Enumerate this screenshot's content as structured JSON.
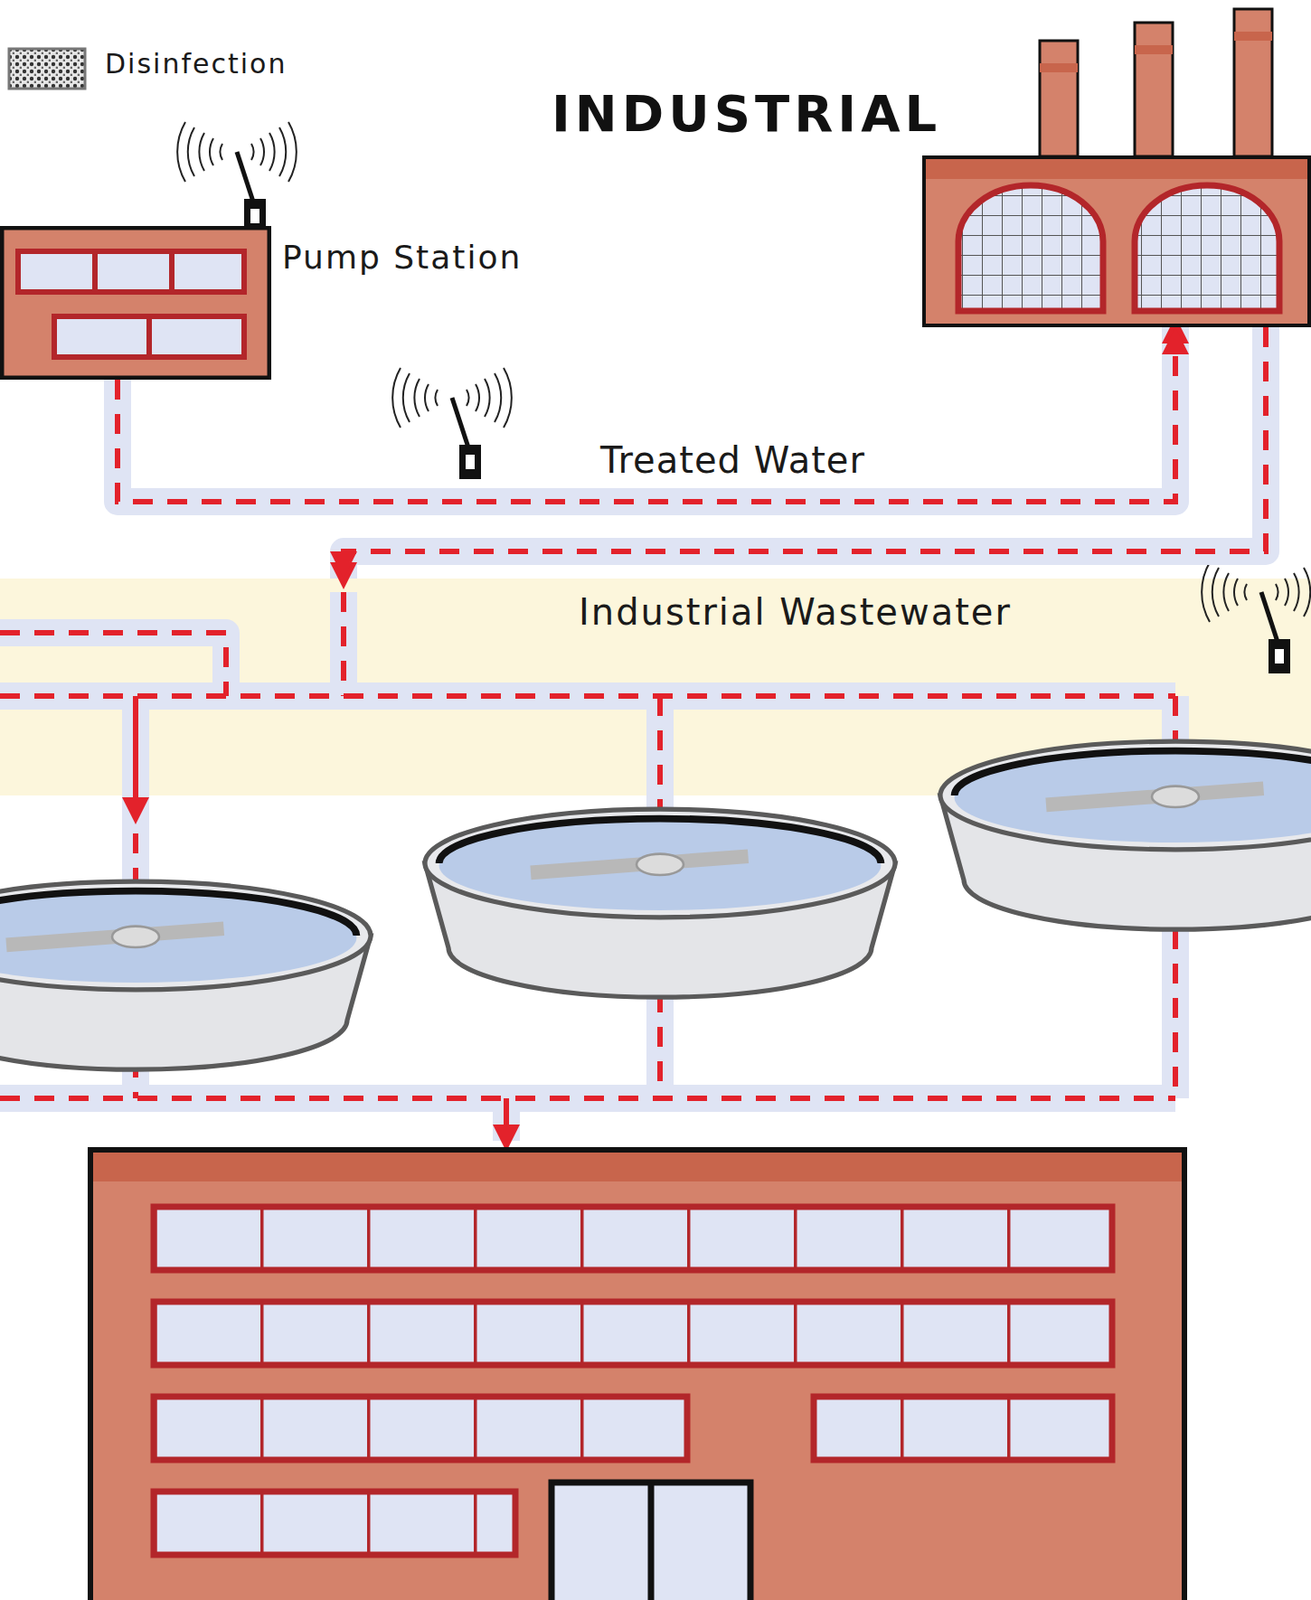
{
  "diagram": {
    "nodes": [
      {
        "text": [
          "Disinfection"
        ]
      },
      {
        "text": [
          "INDUSTRIAL"
        ]
      },
      {
        "text": [
          "Pump Station"
        ]
      },
      {
        "text": [
          "Industrial Wastewater"
        ]
      }
    ],
    "edges": [
      {
        "from": 2,
        "to": 1,
        "arrow": "to",
        "label": "Treated Water"
      },
      {
        "from": 1,
        "to": 3,
        "arrow": "to"
      }
    ]
  }
}
